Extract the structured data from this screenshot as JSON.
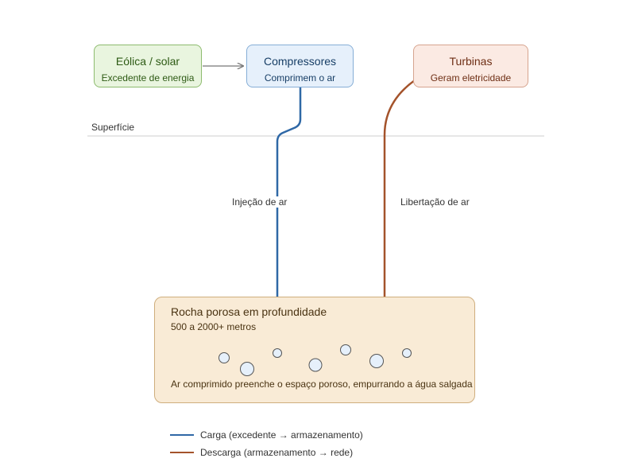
{
  "surface_label": "Superfície",
  "nodes": {
    "eolica": {
      "title": "Eólica / solar",
      "sub": "Excedente de energia"
    },
    "compressores": {
      "title": "Compressores",
      "sub": "Comprimem o ar"
    },
    "turbinas": {
      "title": "Turbinas",
      "sub": "Geram eletricidade"
    }
  },
  "flows": {
    "injection_label": "Injeção de ar",
    "release_label": "Libertação de ar"
  },
  "rock": {
    "title": "Rocha porosa em profundidade",
    "sub": "500 a 2000+ metros",
    "note": "Ar comprimido preenche o espaço poroso, empurrando a água salgada"
  },
  "legend": [
    {
      "label": "Carga (excedente → armazenamento)",
      "color": "#2f68a6"
    },
    {
      "label": "Descarga (armazenamento → rede)",
      "color": "#a4532b"
    }
  ],
  "colors": {
    "charge": "#2f68a6",
    "discharge": "#a4532b"
  }
}
